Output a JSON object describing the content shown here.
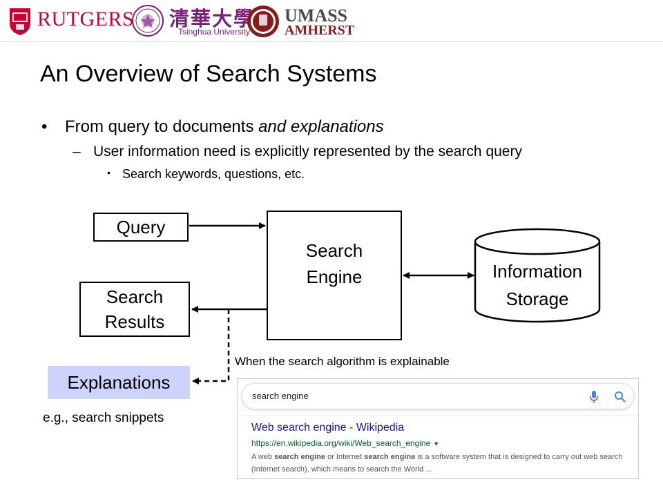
{
  "header": {
    "rutgers": "RUTGERS",
    "tsinghua_cn": "清華大學",
    "tsinghua_en": "Tsinghua University",
    "umass_line1": "UMASS",
    "umass_line2": "AMHERST",
    "colors": {
      "rutgers": "#cc0033",
      "tsinghua": "#7a1f7a",
      "umass": "#881c1c"
    }
  },
  "slide": {
    "title": "An Overview of Search Systems",
    "bullet1_plain": "From query to documents ",
    "bullet1_italic": "and explanations",
    "bullet2": "User information need is explicitly represented by the search query",
    "bullet3": "Search keywords, questions, etc."
  },
  "diagram": {
    "query": "Query",
    "results_line1": "Search",
    "results_line2": "Results",
    "engine_line1": "Search",
    "engine_line2": "Engine",
    "storage_line1": "Information",
    "storage_line2": "Storage",
    "explanations": "Explanations",
    "explainable_note": "When the search algorithm is explainable",
    "example_note": "e.g., search snippets",
    "explanations_fill": "#cfd2fb"
  },
  "serp": {
    "query": "search engine",
    "result_title": "Web search engine - Wikipedia",
    "result_url": "https://en.wikipedia.org/wiki/Web_search_engine",
    "snippet_1": "A web ",
    "snippet_b1": "search engine",
    "snippet_2": " or Internet ",
    "snippet_b2": "search engine",
    "snippet_3": " is a software system that is designed to carry out web search (Internet search), which means to search the World ..."
  }
}
